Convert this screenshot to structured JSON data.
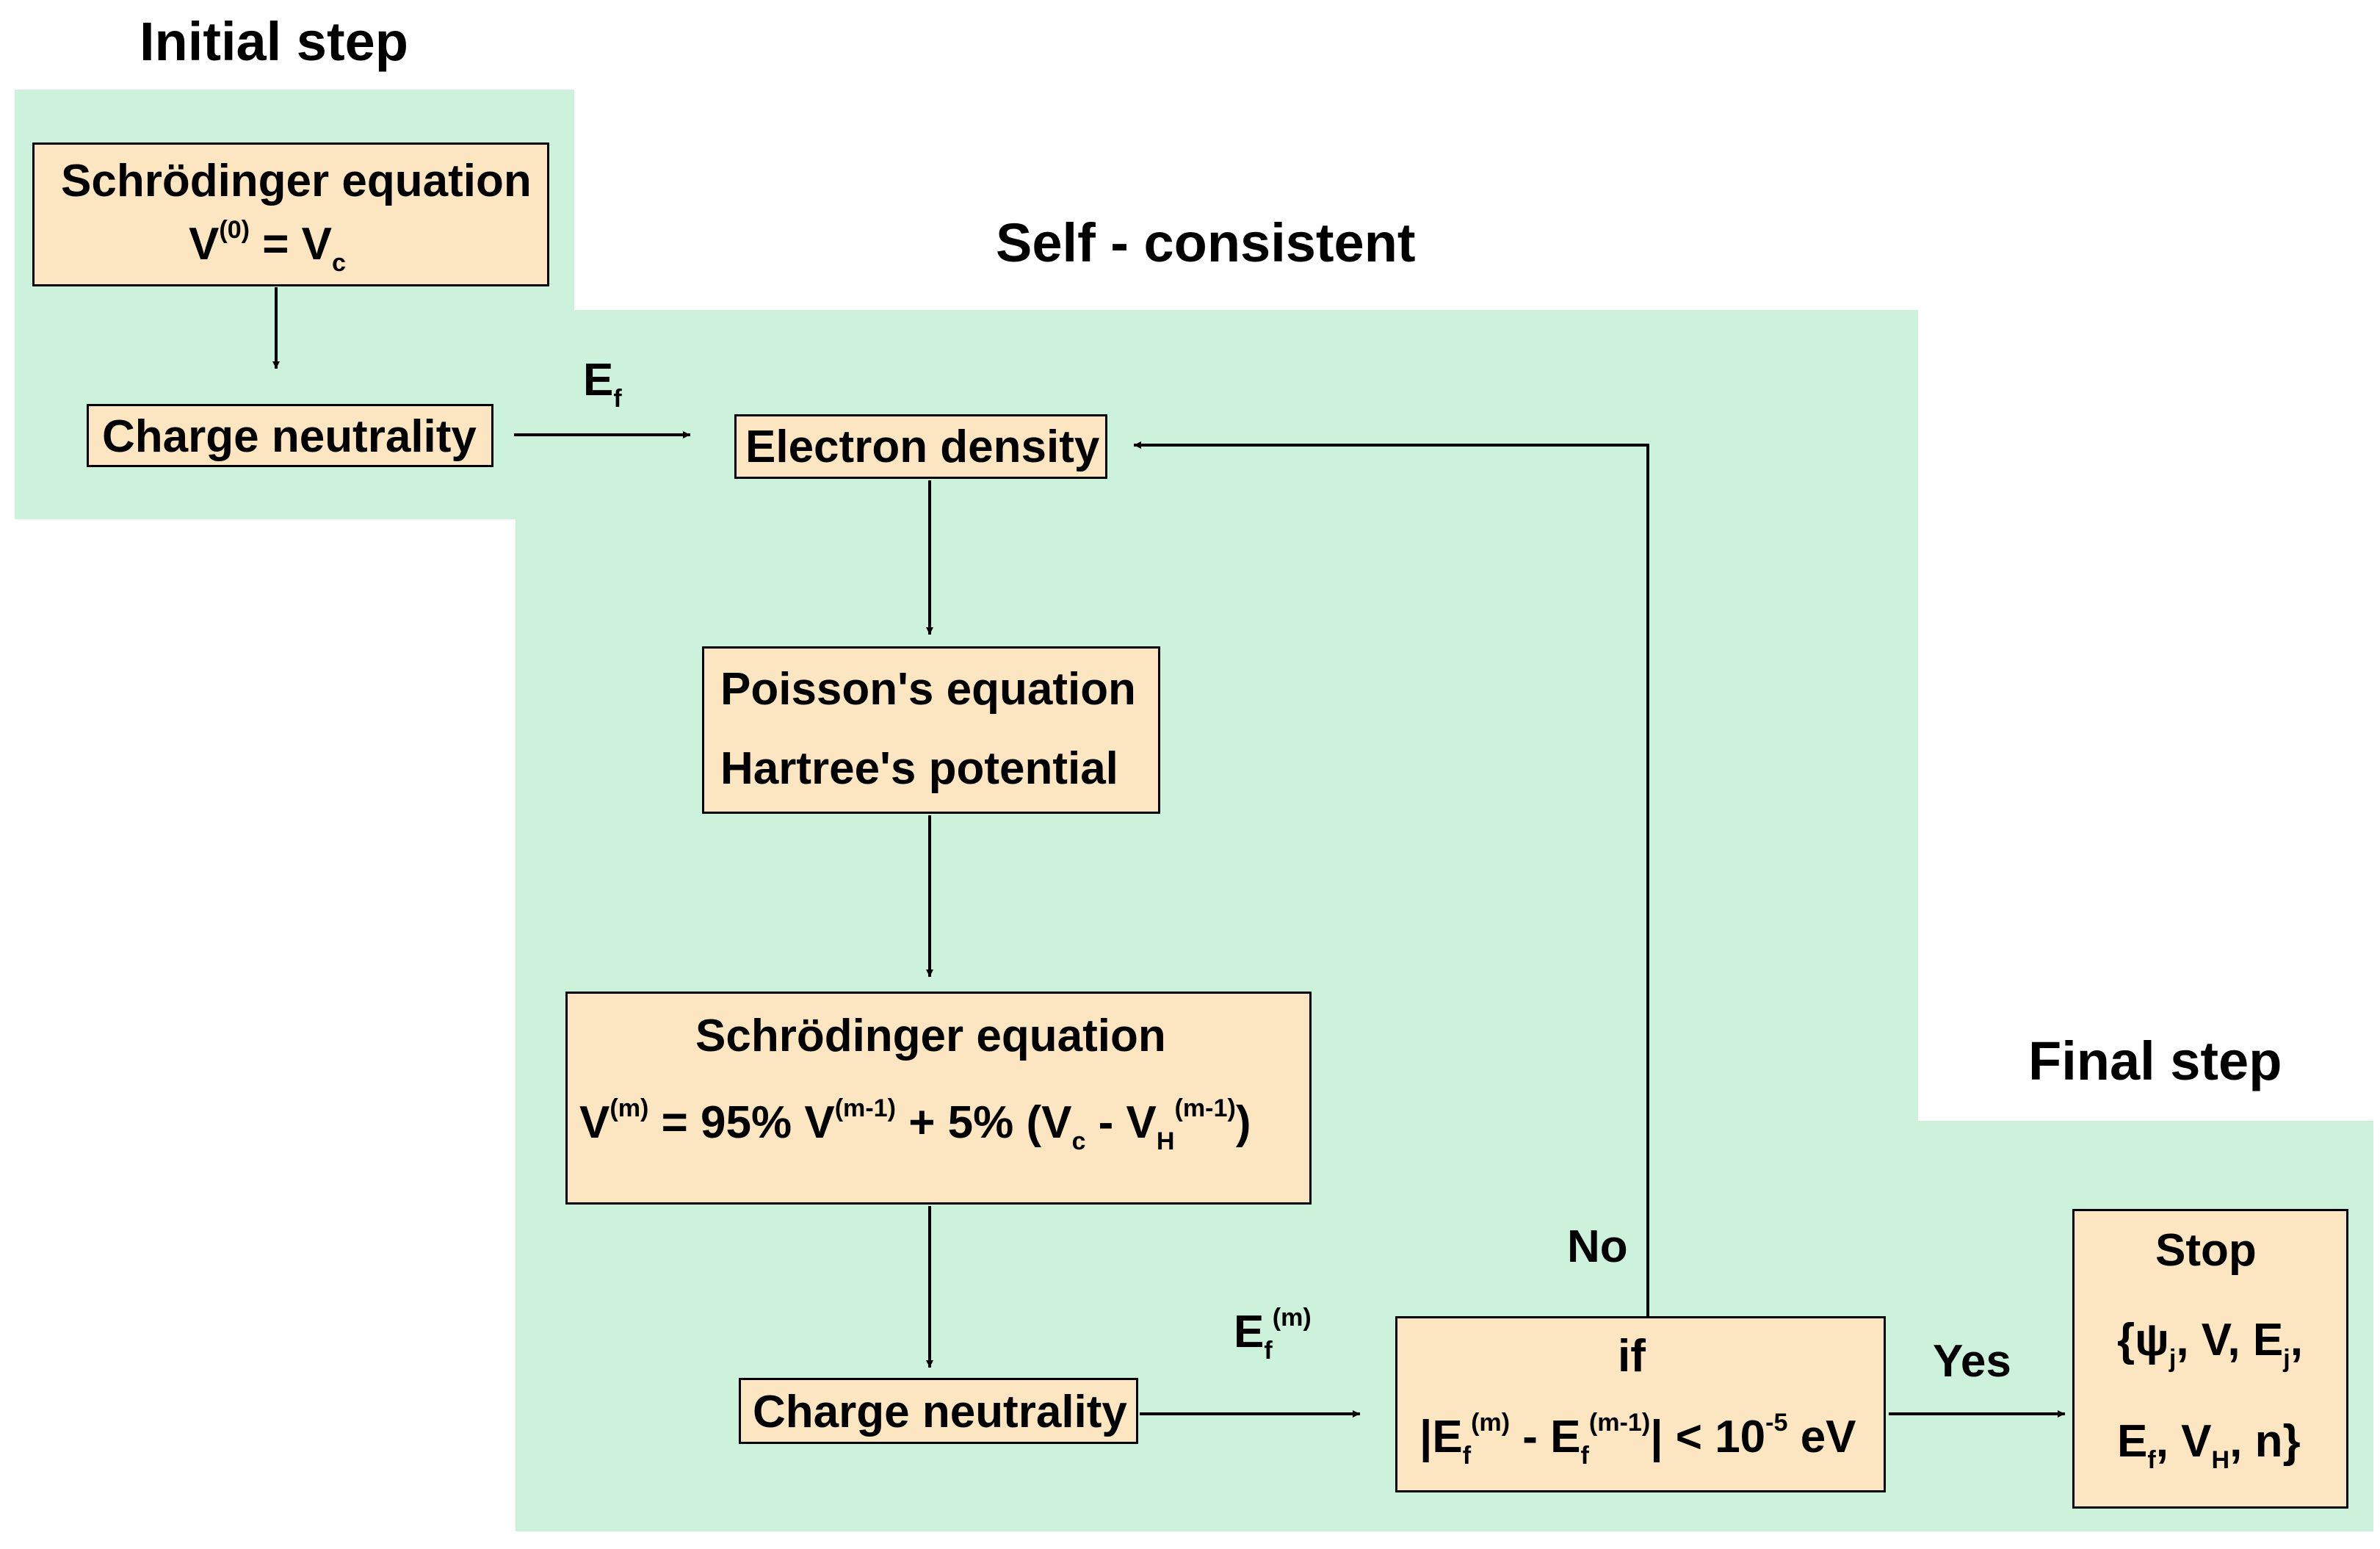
{
  "colors": {
    "region_fill": "#cdf2dc",
    "box_fill": "#fce6c1",
    "stroke": "#000000"
  },
  "headings": {
    "initial": "Initial step",
    "self_consistent": "Self - consistent",
    "final": "Final step"
  },
  "boxes": {
    "init_schrodinger": {
      "title": "Schrödinger equation",
      "eq_V": "V",
      "eq_sup": "(0)",
      "eq_mid": " = V",
      "eq_sub": "c"
    },
    "init_neutrality": {
      "title": "Charge neutrality"
    },
    "density": {
      "title": "Electron density"
    },
    "poisson": {
      "line1": "Poisson's equation",
      "line2": "Hartree's potential"
    },
    "schrodinger": {
      "title": "Schrödinger equation",
      "v1": "V",
      "sup1": "(m)",
      "t1": " = 95% V",
      "sup2": "(m-1)",
      "t2": " + 5% (V",
      "sub1": "c",
      "t3": " - V",
      "sub2": "H",
      "sup3": "(m-1)",
      "t4": ")"
    },
    "neutrality": {
      "title": "Charge neutrality"
    },
    "condition": {
      "title": "if",
      "c1": "|E",
      "sub1": "f",
      "sup1": "(m)",
      "c2": " - E",
      "sub2": "f",
      "sup2": "(m-1)",
      "c3": "| < 10",
      "sup3": "-5",
      "c4": " eV"
    },
    "stop": {
      "title": "Stop",
      "l1a": "{ψ",
      "l1sub1": "j",
      "l1b": ", V, E",
      "l1sub2": "j",
      "l1c": ",",
      "l2a": "E",
      "l2sub1": "f",
      "l2b": ", V",
      "l2sub2": "H",
      "l2c": ", n}"
    }
  },
  "edge_labels": {
    "ef": {
      "base": "E",
      "sub": "f"
    },
    "efm": {
      "base": "E",
      "sub": "f",
      "sup": "(m)"
    },
    "no": "No",
    "yes": "Yes"
  }
}
